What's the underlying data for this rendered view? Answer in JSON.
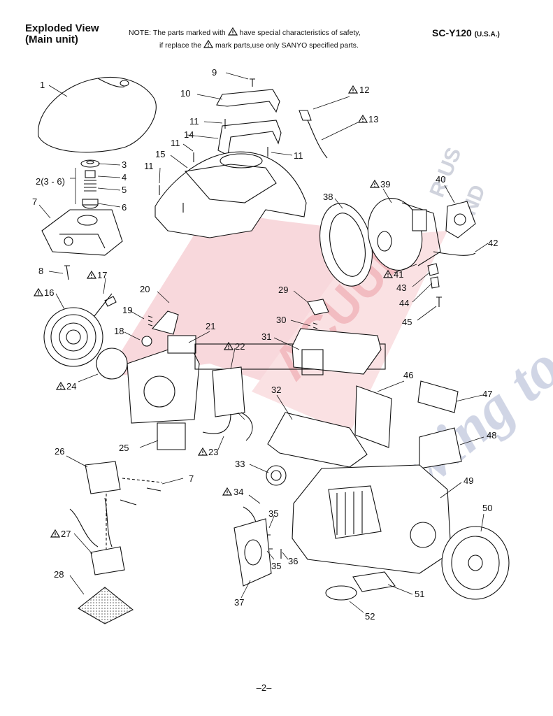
{
  "header": {
    "title_line1": "Exploded View",
    "title_line2": "(Main unit)",
    "note_prefix": "NOTE:",
    "note_line1_a": "The parts marked with",
    "note_line1_b": "have special characteristics of safety,",
    "note_line2_a": "if replace the",
    "note_line2_b": "mark parts,use only SANYO specified parts.",
    "model": "SC-Y120",
    "model_region": "(U.S.A.)"
  },
  "watermark": {
    "text1": "ACUUM",
    "text2": "R-US",
    "text3": "AND",
    "text4": "Sewing too"
  },
  "parts": {
    "p1": "1",
    "p2": "2(3 - 6)",
    "p3": "3",
    "p4": "4",
    "p5": "5",
    "p6": "6",
    "p7": "7",
    "p8": "8",
    "p9": "9",
    "p10": "10",
    "p11": "11",
    "p12": "12",
    "p13": "13",
    "p14": "14",
    "p15": "15",
    "p16": "16",
    "p17": "17",
    "p18": "18",
    "p19": "19",
    "p20": "20",
    "p21": "21",
    "p22": "22",
    "p23": "23",
    "p24": "24",
    "p25": "25",
    "p26": "26",
    "p27": "27",
    "p28": "28",
    "p29": "29",
    "p30": "30",
    "p31": "31",
    "p32": "32",
    "p33": "33",
    "p34": "34",
    "p35": "35",
    "p36": "36",
    "p37": "37",
    "p38": "38",
    "p39": "39",
    "p40": "40",
    "p41": "41",
    "p42": "42",
    "p43": "43",
    "p44": "44",
    "p45": "45",
    "p46": "46",
    "p47": "47",
    "p48": "48",
    "p49": "49",
    "p50": "50",
    "p51": "51",
    "p52": "52"
  },
  "page_number": "–2–"
}
